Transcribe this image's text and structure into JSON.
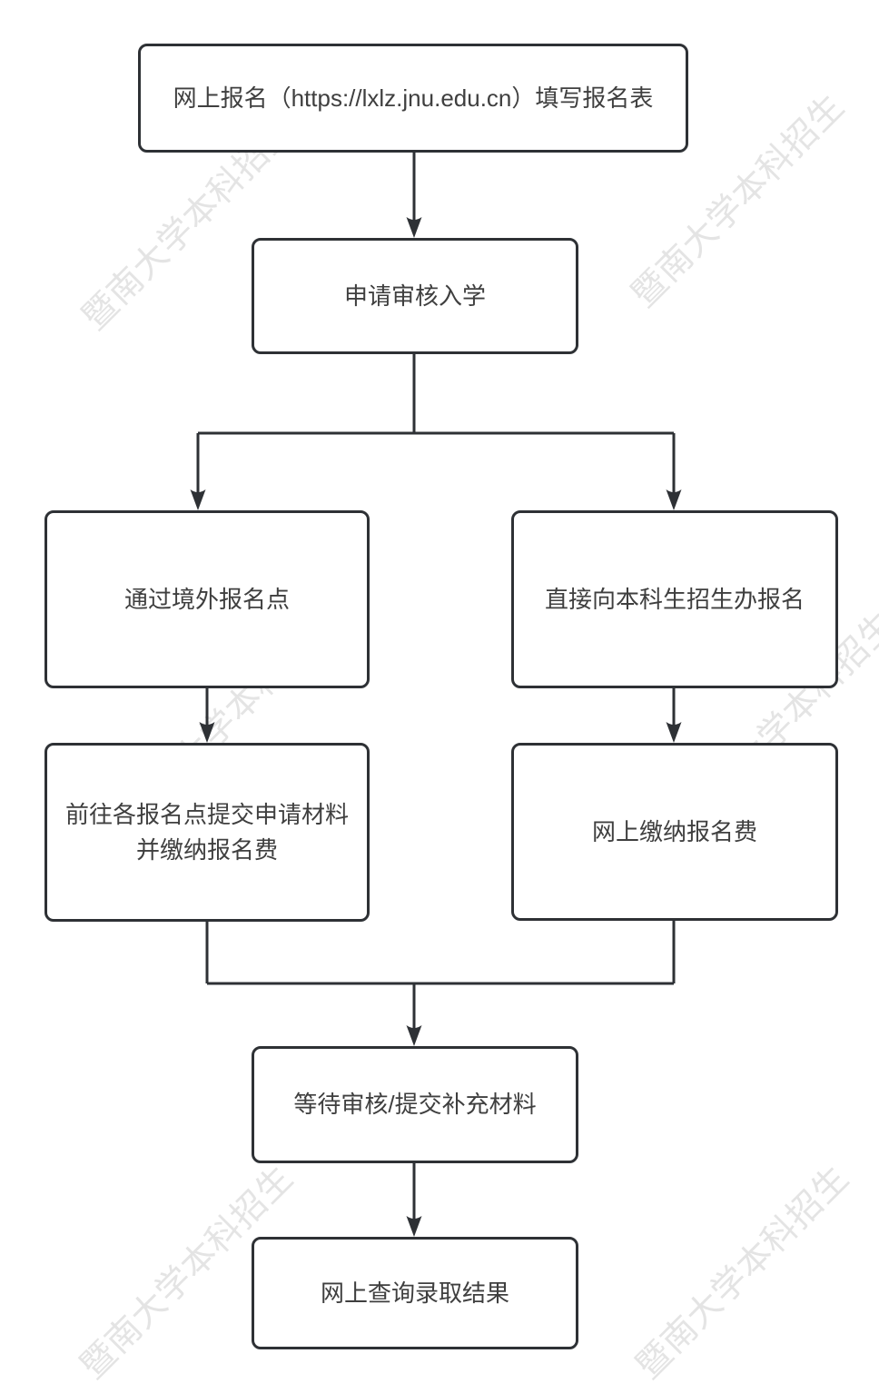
{
  "flowchart": {
    "watermark": {
      "text": "暨南大学本科招生"
    },
    "nodes": [
      {
        "id": "online-registration",
        "label": "网上报名（https://lxlz.jnu.edu.cn）填写报名表"
      },
      {
        "id": "apply-review-admission",
        "label": "申请审核入学"
      },
      {
        "id": "via-overseas-registration-point",
        "label": "通过境外报名点"
      },
      {
        "id": "register-directly-admissions-office",
        "label": "直接向本科生招生办报名"
      },
      {
        "id": "submit-materials-pay-fee-at-point",
        "label": "前往各报名点提交申请材料并缴纳报名费"
      },
      {
        "id": "pay-fee-online",
        "label": "网上缴纳报名费"
      },
      {
        "id": "wait-review-supplementary-materials",
        "label": "等待审核/提交补充材料"
      },
      {
        "id": "check-admission-result-online",
        "label": "网上查询录取结果"
      }
    ],
    "colors": {
      "line": "#2e3135",
      "node_border": "#2e3135",
      "node_text": "#3f3f3f",
      "watermark": "#e4e4e4",
      "background": "#ffffff"
    }
  }
}
